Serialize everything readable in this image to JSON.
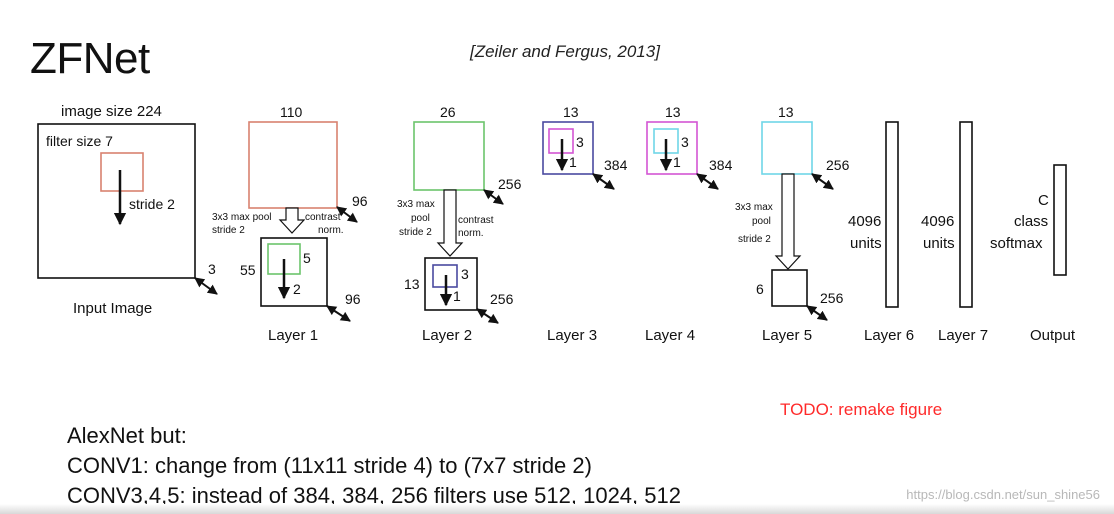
{
  "title": "ZFNet",
  "citation": "[Zeiler and Fergus, 2013]",
  "todo": "TODO: remake figure",
  "watermark": "https://blog.csdn.net/sun_shine56",
  "colors": {
    "salmon": "#d9826f",
    "green": "#6cc46c",
    "blue": "#4a4aa0",
    "magenta": "#d455d4",
    "cyan": "#6fd6e8",
    "todo_red": "#ff2a2a"
  },
  "notes": [
    "AlexNet but:",
    "CONV1: change from (11x11 stride 4) to (7x7 stride 2)",
    "CONV3,4,5: instead of 384, 384, 256 filters use 512, 1024, 512"
  ],
  "diagram": {
    "input": {
      "image_size": "image size 224",
      "filter_size": "filter size 7",
      "stride": "stride 2",
      "depth": "3",
      "label": "Input Image"
    },
    "layer1": {
      "size": "110",
      "depth": "96",
      "pool_line1": "3x3 max pool",
      "pool_line2": "stride 2",
      "norm_line1": "contrast",
      "norm_line2": "norm.",
      "pooled_size": "55",
      "filter": "5",
      "stride": "2",
      "pooled_depth": "96",
      "label": "Layer 1"
    },
    "layer2": {
      "size": "26",
      "depth": "256",
      "pool_line1": "3x3 max",
      "pool_line2": "pool",
      "pool_line3": "stride 2",
      "norm_line1": "contrast",
      "norm_line2": "norm.",
      "pooled_size": "13",
      "filter": "3",
      "stride": "1",
      "pooled_depth": "256",
      "label": "Layer 2"
    },
    "layer3": {
      "size": "13",
      "filter": "3",
      "stride": "1",
      "depth": "384",
      "label": "Layer 3"
    },
    "layer4": {
      "size": "13",
      "filter": "3",
      "stride": "1",
      "depth": "384",
      "label": "Layer 4"
    },
    "layer5": {
      "size": "13",
      "depth": "256",
      "pool_line1": "3x3 max",
      "pool_line2": "pool",
      "pool_line3": "stride 2",
      "pooled_size": "6",
      "pooled_depth": "256",
      "label": "Layer 5"
    },
    "layer6": {
      "units": "4096",
      "units_label": "units",
      "label": "Layer 6"
    },
    "layer7": {
      "units": "4096",
      "units_label": "units",
      "label": "Layer 7"
    },
    "output": {
      "c": "C",
      "class": "class",
      "softmax": "softmax",
      "label": "Output"
    }
  }
}
